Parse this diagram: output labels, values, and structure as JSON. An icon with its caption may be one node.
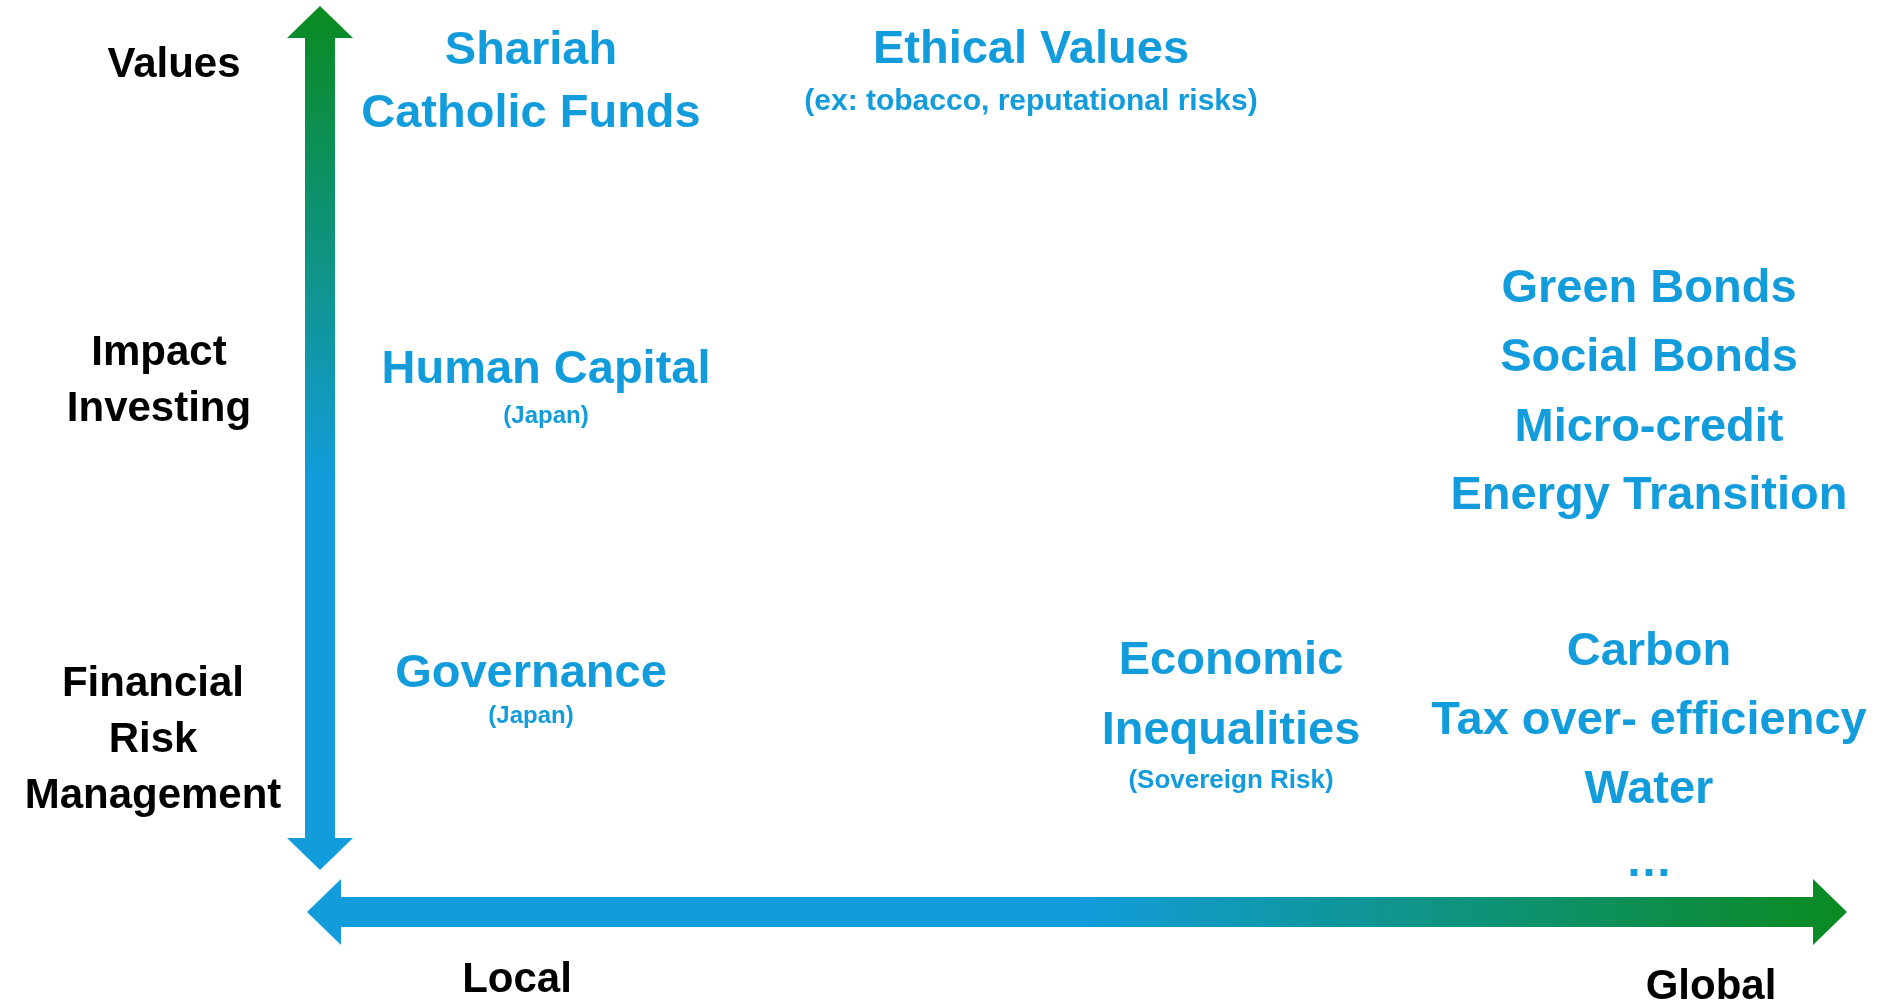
{
  "diagram": {
    "labels": [
      "Values",
      "Shariah",
      "Catholic Funds",
      "Ethical Values",
      "(ex: tobacco, reputational risks)",
      "Green Bonds",
      "Impact Investing",
      "Social Bonds",
      "Human Capital",
      "(Japan)",
      "Micro-credit",
      "Energy Transition",
      "Economic Inequalities",
      "Carbon",
      "Financial Risk Management",
      "Governance",
      "(Japan)",
      "Tax over- efficiency",
      "(Sovereign Risk)",
      "Water",
      "…",
      "Local",
      "Global"
    ]
  }
}
